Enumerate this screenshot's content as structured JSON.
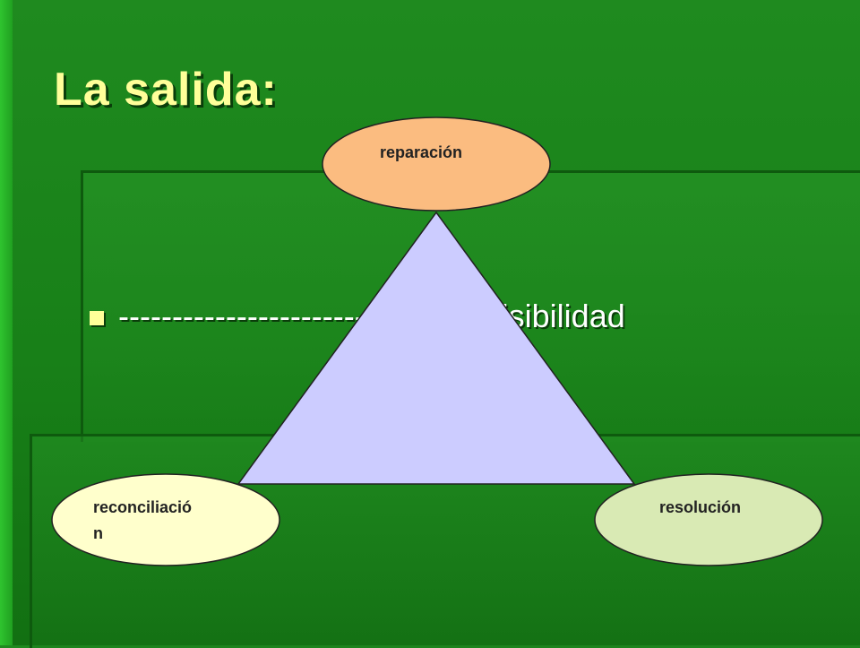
{
  "slide": {
    "title": "La salida:",
    "bullet_left": "-------------------------",
    "bullet_right": "----- visibilidad"
  },
  "diagram": {
    "nodes": {
      "top": {
        "label": "reparación",
        "color": "#fbbc80"
      },
      "bottom_left": {
        "label_line1": "reconciliació",
        "label_line2": "n",
        "color": "#ffffcc"
      },
      "bottom_right": {
        "label": "resolución",
        "color": "#d9eab4"
      }
    },
    "triangle_color": "#ccccff"
  }
}
